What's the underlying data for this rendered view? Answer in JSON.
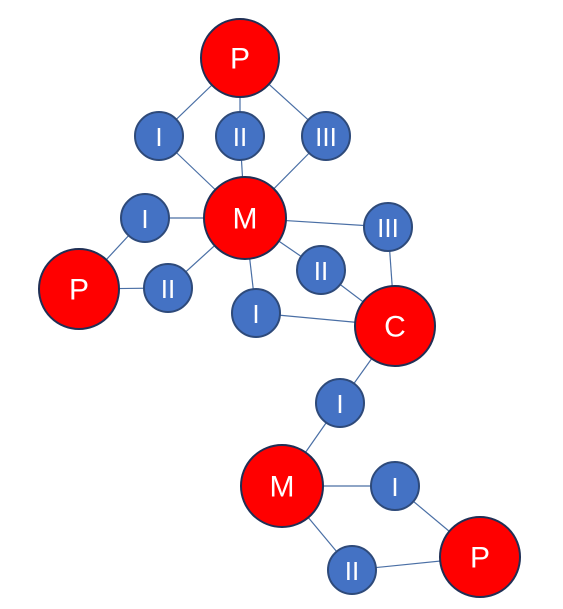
{
  "colors": {
    "primary_node": "#ff0000",
    "secondary_node": "#4472c4",
    "edge": "#4a6fa5",
    "label": "#ffffff"
  },
  "nodes": [
    {
      "id": "p_top",
      "label": "P",
      "kind": "primary"
    },
    {
      "id": "i_top",
      "label": "I",
      "kind": "secondary"
    },
    {
      "id": "ii_top",
      "label": "II",
      "kind": "secondary"
    },
    {
      "id": "iii_top",
      "label": "III",
      "kind": "secondary"
    },
    {
      "id": "m_top",
      "label": "M",
      "kind": "primary"
    },
    {
      "id": "i_left",
      "label": "I",
      "kind": "secondary"
    },
    {
      "id": "p_left",
      "label": "P",
      "kind": "primary"
    },
    {
      "id": "ii_left",
      "label": "II",
      "kind": "secondary"
    },
    {
      "id": "iii_right",
      "label": "III",
      "kind": "secondary"
    },
    {
      "id": "ii_mid",
      "label": "II",
      "kind": "secondary"
    },
    {
      "id": "i_mid",
      "label": "I",
      "kind": "secondary"
    },
    {
      "id": "c",
      "label": "C",
      "kind": "primary"
    },
    {
      "id": "i_low",
      "label": "I",
      "kind": "secondary"
    },
    {
      "id": "m_bottom",
      "label": "M",
      "kind": "primary"
    },
    {
      "id": "i_bottom",
      "label": "I",
      "kind": "secondary"
    },
    {
      "id": "ii_bottom",
      "label": "II",
      "kind": "secondary"
    },
    {
      "id": "p_bottom",
      "label": "P",
      "kind": "primary"
    }
  ],
  "edges": [
    [
      "p_top",
      "i_top"
    ],
    [
      "p_top",
      "ii_top"
    ],
    [
      "p_top",
      "iii_top"
    ],
    [
      "i_top",
      "m_top"
    ],
    [
      "ii_top",
      "m_top"
    ],
    [
      "iii_top",
      "m_top"
    ],
    [
      "m_top",
      "i_left"
    ],
    [
      "m_top",
      "ii_left"
    ],
    [
      "m_top",
      "iii_right"
    ],
    [
      "m_top",
      "ii_mid"
    ],
    [
      "m_top",
      "i_mid"
    ],
    [
      "i_left",
      "p_left"
    ],
    [
      "p_left",
      "ii_left"
    ],
    [
      "iii_right",
      "c"
    ],
    [
      "ii_mid",
      "c"
    ],
    [
      "i_mid",
      "c"
    ],
    [
      "c",
      "i_low"
    ],
    [
      "i_low",
      "m_bottom"
    ],
    [
      "m_bottom",
      "i_bottom"
    ],
    [
      "m_bottom",
      "ii_bottom"
    ],
    [
      "i_bottom",
      "p_bottom"
    ],
    [
      "ii_bottom",
      "p_bottom"
    ]
  ]
}
